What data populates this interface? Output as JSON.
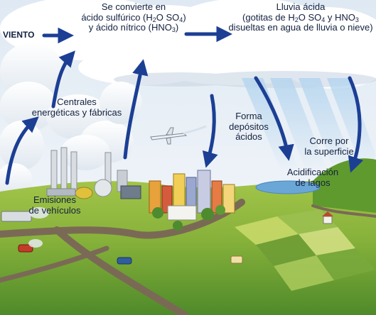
{
  "labels": {
    "viento": "VIENTO",
    "convierte_l1": "Se convierte en",
    "convierte_l2_pre": "ácido sulfúrico (H",
    "convierte_l2_sub1": "2",
    "convierte_l2_mid": "O SO",
    "convierte_l2_sub2": "4",
    "convierte_l2_post": ")",
    "convierte_l3_pre": "y ácido nítrico (HNO",
    "convierte_l3_sub": "3",
    "convierte_l3_post": ")",
    "lluvia_l1": "Lluvia ácida",
    "lluvia_l2_pre": "(gotitas de H",
    "lluvia_l2_sub1": "2",
    "lluvia_l2_mid": "O SO",
    "lluvia_l2_sub2": "4",
    "lluvia_l2_mid2": " y HNO",
    "lluvia_l2_sub3": "3",
    "lluvia_l3": "disueltas en agua de lluvia o nieve)",
    "centrales_l1": "Centrales",
    "centrales_l2": "energéticas y fábricas",
    "forma_l1": "Forma",
    "forma_l2": "depósitos",
    "forma_l3": "ácidos",
    "corre_l1": "Corre por",
    "corre_l2": "la superficie",
    "acid_l1": "Acidificación",
    "acid_l2": "de lagos",
    "emis_l1": "Emisiones",
    "emis_l2": "de vehículos"
  },
  "colors": {
    "arrow": "#1c3f94",
    "text": "#13213f",
    "sky_top": "#8fb4d9",
    "ground_green": "#7faa35",
    "road": "#7a6a55",
    "lake": "#6aa6d6"
  }
}
